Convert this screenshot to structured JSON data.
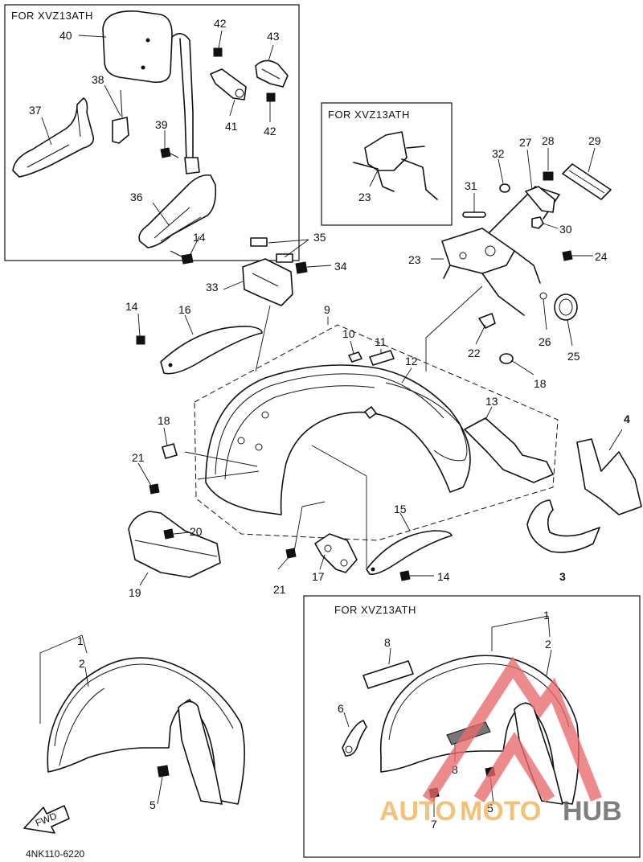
{
  "boxes": {
    "top_left_title": "FOR XVZ13ATH",
    "top_middle_title": "FOR XVZ13ATH",
    "bottom_right_title": "FOR XVZ13ATH"
  },
  "labels": {
    "p1a": "1",
    "p2a": "2",
    "p1b": "1",
    "p2b": "2",
    "p3": "3",
    "p4": "4",
    "p5a": "5",
    "p5b": "5",
    "p6": "6",
    "p7": "7",
    "p8a": "8",
    "p8b": "8",
    "p9": "9",
    "p10": "10",
    "p11": "11",
    "p12": "12",
    "p13": "13",
    "p14a": "14",
    "p14b": "14",
    "p14c": "14",
    "p15": "15",
    "p16": "16",
    "p17": "17",
    "p18a": "18",
    "p18b": "18",
    "p19": "19",
    "p20": "20",
    "p21a": "21",
    "p21b": "21",
    "p22": "22",
    "p23a": "23",
    "p23b": "23",
    "p24": "24",
    "p25": "25",
    "p26": "26",
    "p27": "27",
    "p28": "28",
    "p29": "29",
    "p30": "30",
    "p31": "31",
    "p32": "32",
    "p33": "33",
    "p34": "34",
    "p35": "35",
    "p36": "36",
    "p37": "37",
    "p38": "38",
    "p39": "39",
    "p40": "40",
    "p41": "41",
    "p42a": "42",
    "p42b": "42",
    "p43": "43"
  },
  "fwd_arrow": "FWD",
  "diagram_code": "4NK110-6220",
  "watermark": {
    "text_auto": "AUTO",
    "text_moto": "MOTO",
    "text_hub": "HUB",
    "color_triangle": "#e8696b",
    "color_auto": "#f2b25b",
    "color_hub": "#555555"
  }
}
